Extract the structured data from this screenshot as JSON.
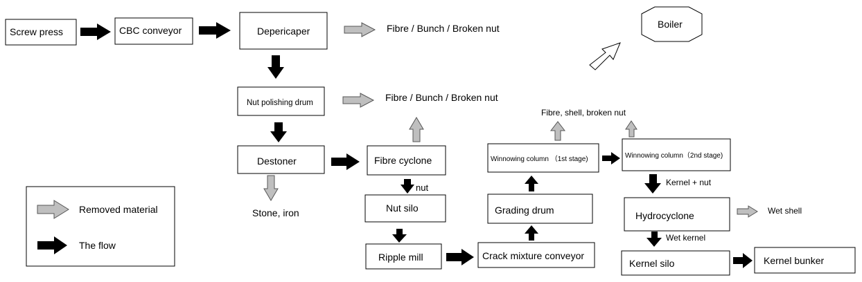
{
  "colors": {
    "flow_arrow": "#000000",
    "removed_arrow": "#bfbfbf",
    "box_border": "#000000",
    "background": "#ffffff"
  },
  "nodes": {
    "screw_press": "Screw press",
    "cbc_conveyor": "CBC conveyor",
    "depericaper": "Depericaper",
    "nut_polishing_drum": "Nut polishing drum",
    "destoner": "Destoner",
    "fibre_cyclone": "Fibre cyclone",
    "nut_silo": "Nut silo",
    "ripple_mill": "Ripple mill",
    "crack_mixture_conveyor": "Crack mixture conveyor",
    "grading_drum": "Grading drum",
    "winnowing_1": "Winnowing column （1st stage)",
    "winnowing_2": "Winnowing column（2nd stage)",
    "hydrocyclone": "Hydrocyclone",
    "kernel_silo": "Kernel silo",
    "kernel_bunker": "Kernel bunker",
    "boiler": "Boiler"
  },
  "labels": {
    "depericaper_out": "Fibre / Bunch / Broken nut",
    "polishing_out": "Fibre / Bunch / Broken nut",
    "winnowing_out": "Fibre, shell, broken nut",
    "destoner_out": "Stone, iron",
    "nut": "nut",
    "kernel_nut": "Kernel + nut",
    "wet_kernel": "Wet kernel",
    "wet_shell": "Wet shell"
  },
  "legend": {
    "removed": "Removed material",
    "flow": "The flow"
  }
}
